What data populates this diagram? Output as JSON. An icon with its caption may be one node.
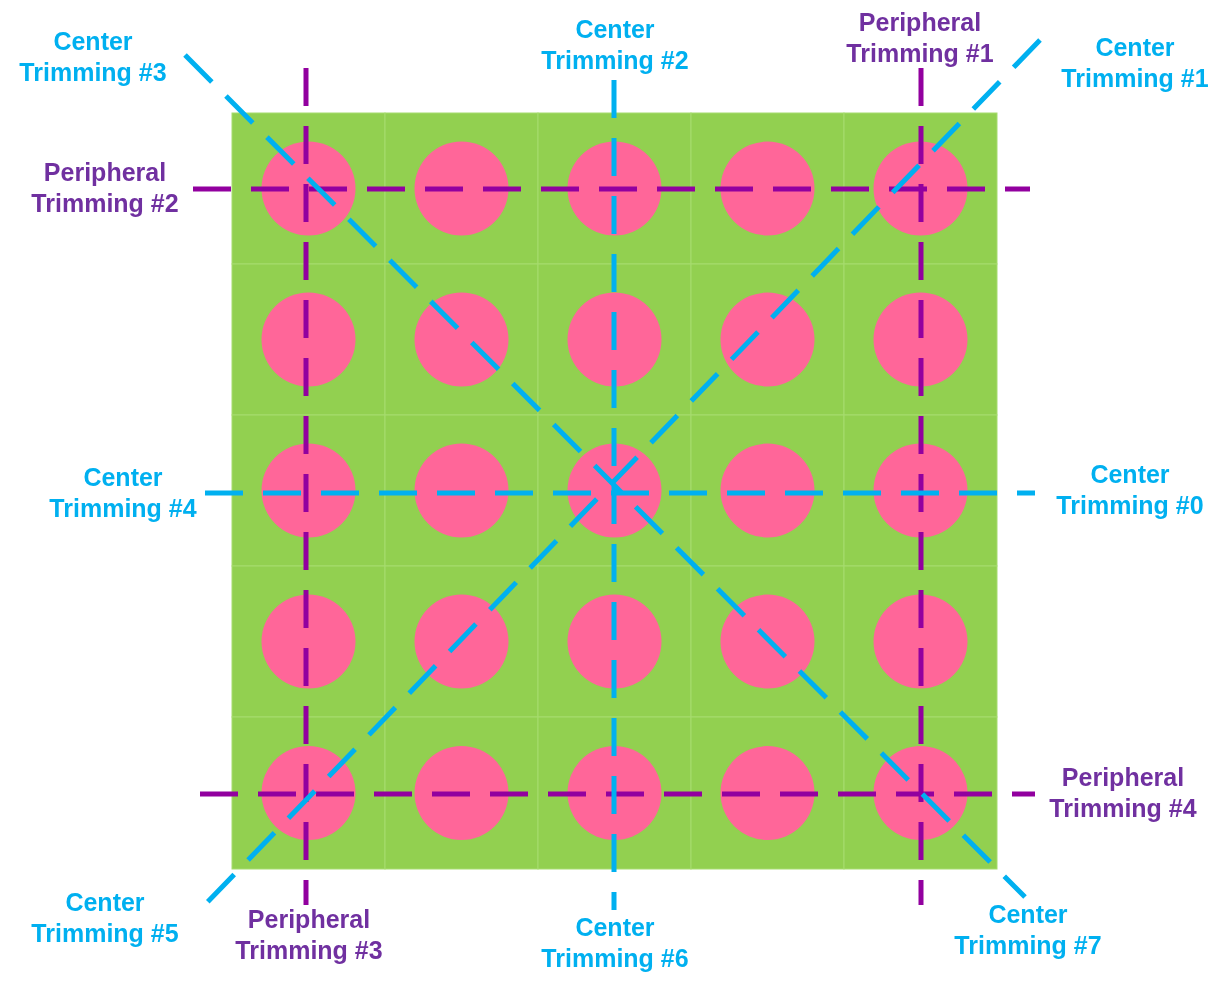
{
  "diagram": {
    "labels": [
      "Center Trimming #3",
      "Center Trimming #2",
      "Peripheral Trimming #1",
      "Center Trimming #1",
      "Peripheral Trimming #2",
      "Center Trimming #4",
      "Center Trimming #0",
      "Peripheral Trimming #4",
      "Center Trimming #5",
      "Peripheral Trimming #3",
      "Center Trimming #6",
      "Center Trimming #7"
    ]
  }
}
